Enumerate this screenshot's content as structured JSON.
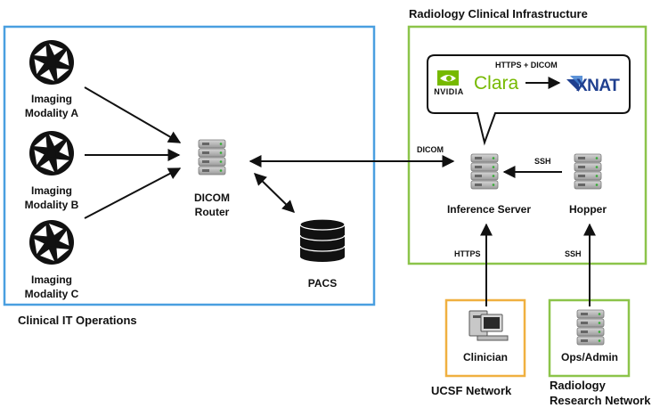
{
  "groups": {
    "clinical_it": "Clinical IT Operations",
    "radiology_infra": "Radiology Clinical Infrastructure",
    "ucsf": "UCSF Network",
    "research_line1": "Radiology",
    "research_line2": "Research Network"
  },
  "nodes": {
    "modality_a": [
      "Imaging",
      "Modality A"
    ],
    "modality_b": [
      "Imaging",
      "Modality B"
    ],
    "modality_c": [
      "Imaging",
      "Modality C"
    ],
    "dicom_router": [
      "DICOM",
      "Router"
    ],
    "pacs": "PACS",
    "inference_server": "Inference Server",
    "hopper": "Hopper",
    "clinician": "Clinician",
    "ops_admin": "Ops/Admin"
  },
  "logos": {
    "nvidia": "NVIDIA",
    "clara": "Clara",
    "xnat": "XNAT"
  },
  "edges": {
    "https_dicom": "HTTPS + DICOM",
    "dicom": "DICOM",
    "ssh_top": "SSH",
    "https": "HTTPS",
    "ssh_bottom": "SSH"
  },
  "colors": {
    "clinical_it_border": "#4a9fe0",
    "radiology_border": "#8cc44a",
    "ucsf_border": "#f0b040",
    "research_border": "#8cc44a",
    "nvidia_green": "#76b900",
    "clara_green": "#76b900",
    "xnat_blue": "#1f3f8f"
  }
}
